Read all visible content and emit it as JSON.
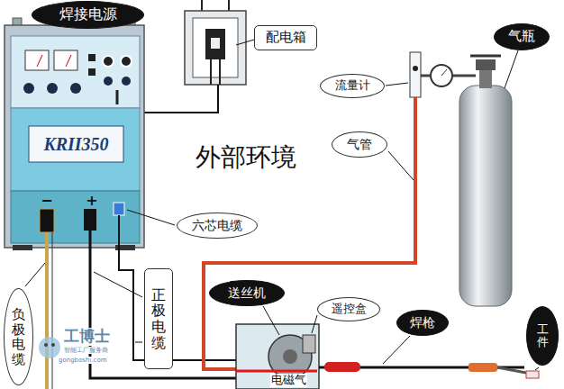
{
  "diagram": {
    "nodes": [
      {
        "text": [
          "焊接电源"
        ]
      },
      {
        "text": [
          "KRII350",
          "−",
          "+"
        ]
      },
      {
        "text": [
          "配电箱"
        ]
      },
      {
        "text": [
          "流量计"
        ]
      },
      {
        "text": [
          "气瓶"
        ]
      },
      {
        "text": [
          "外部环境"
        ]
      },
      {
        "text": [
          "气管"
        ]
      },
      {
        "text": [
          "六芯电缆"
        ]
      },
      {
        "text": [
          "正极电缆"
        ]
      },
      {
        "text": [
          "负极电缆"
        ]
      },
      {
        "text": [
          "送丝机"
        ]
      },
      {
        "text": [
          "遥控盒"
        ]
      },
      {
        "text": [
          "焊枪"
        ]
      },
      {
        "text": [
          "工件"
        ]
      }
    ],
    "labels": [
      "电磁气",
      "工博士",
      "智能工厂服务商",
      "gongboshi.com"
    ]
  }
}
